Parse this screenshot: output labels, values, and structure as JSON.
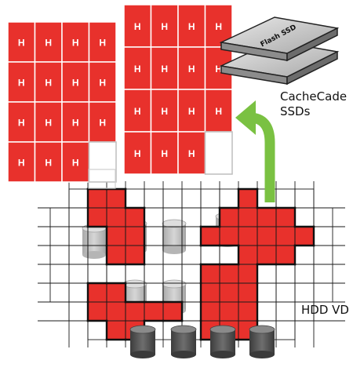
{
  "labels": {
    "cache_title": "CacheCade",
    "cache_subtitle": "SSDs",
    "hdd": "HDD VD",
    "ssd_badge": "Flash SSD",
    "hot_cell": "H"
  },
  "icons": [
    "flash-ssd-icon",
    "disk-cylinder-icon",
    "green-arrow-icon"
  ],
  "colors": {
    "hot": "#e8312c",
    "grid_line": "#111111",
    "arrow": "#7ac142",
    "disk_light": "#c8c8c8",
    "disk_dark": "#5c5c5c"
  }
}
